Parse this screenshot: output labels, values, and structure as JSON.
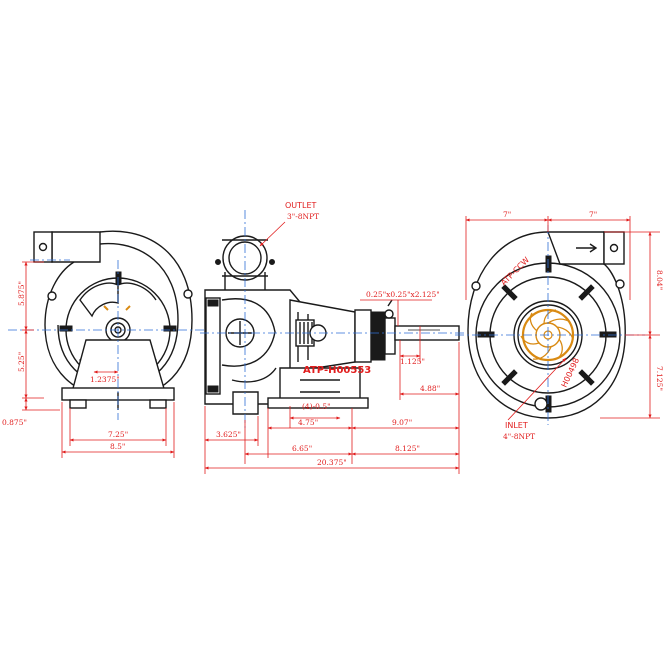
{
  "labels": {
    "outlet": "OUTLET",
    "outlet_size": "3\"-8NPT",
    "inlet": "INLET",
    "inlet_size": "4\"-8NPT",
    "part_number": "ATP-H00553",
    "rotation": "ATP-CCW",
    "housing_code": "H00498"
  },
  "dimensions": {
    "left_height_upper": "5.875\"",
    "left_height_lower": "5.25\"",
    "left_base": "0.875\"",
    "left_center_offset": "1.2375\"",
    "left_width_inner": "7.25\"",
    "left_width_outer": "8.5\"",
    "shaft_keyway": "0.25\"x0.25\"x2.125\"",
    "shaft_diameter": "1.125\"",
    "shaft_to_mount": "4.88\"",
    "mount_holes": "(4)-0.5\"",
    "mount_spacing": "4.75\"",
    "side_to_shaft_end": "9.07\"",
    "flange_offset": "3.625\"",
    "center_to_mount": "6.65\"",
    "mount_to_shaft_end": "8.125\"",
    "overall_length": "20.375\"",
    "right_half_left": "7\"",
    "right_half_right": "7\"",
    "right_height_upper": "8.04\"",
    "right_height_lower": "7.125\""
  },
  "colors": {
    "line": "#1a1a1a",
    "dimension": "#e11d1d",
    "centerline": "#2f6fd6",
    "impeller": "#d98a12"
  }
}
